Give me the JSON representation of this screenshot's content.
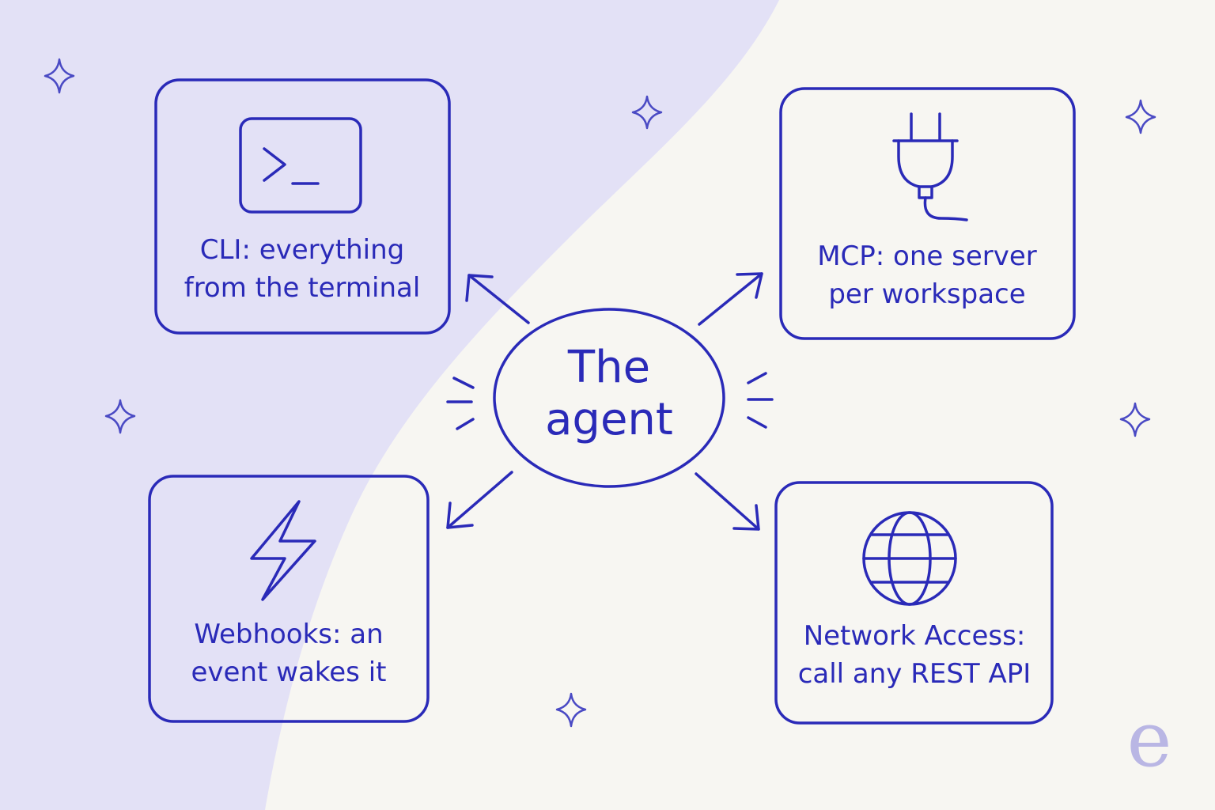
{
  "center": {
    "line1": "The",
    "line2": "agent"
  },
  "nodes": [
    {
      "id": "cli",
      "icon": "terminal-icon",
      "line1": "CLI: everything",
      "line2": "from the terminal"
    },
    {
      "id": "mcp",
      "icon": "plug-icon",
      "line1": "MCP: one server",
      "line2": "per workspace"
    },
    {
      "id": "webhooks",
      "icon": "lightning-icon",
      "line1": "Webhooks: an",
      "line2": "event wakes it"
    },
    {
      "id": "network",
      "icon": "globe-icon",
      "line1": "Network Access:",
      "line2": "call any REST API"
    }
  ],
  "colors": {
    "ink": "#2a2ab8",
    "background": "#f7f6f2",
    "blob": "#e3e1f6",
    "logo": "#b9b6e4"
  },
  "logo": {
    "glyph": "e"
  }
}
